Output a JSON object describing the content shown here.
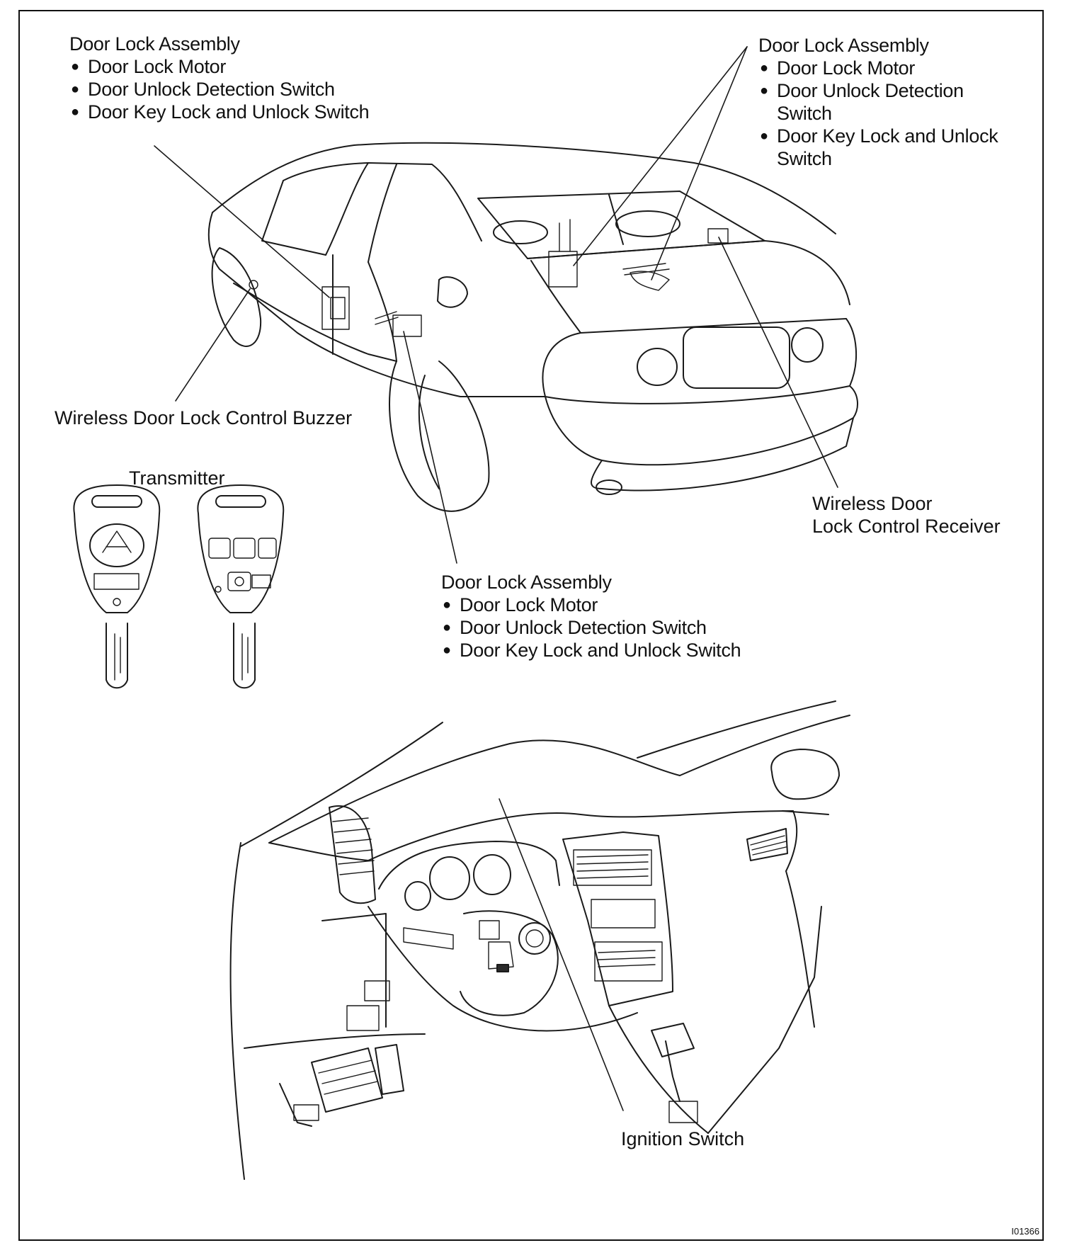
{
  "callouts": {
    "door_lock_front_left": {
      "title": "Door Lock Assembly",
      "items": [
        "Door Lock Motor",
        "Door Unlock Detection Switch",
        "Door Key Lock and Unlock Switch"
      ]
    },
    "door_lock_rear": {
      "title": "Door Lock Assembly",
      "items": [
        "Door Lock Motor",
        "Door Unlock Detection Switch",
        "Door Key Lock and Unlock Switch"
      ]
    },
    "door_lock_bottom": {
      "title": "Door Lock Assembly",
      "items": [
        "Door Lock Motor",
        "Door Unlock Detection Switch",
        "Door Key Lock and Unlock Switch"
      ]
    },
    "buzzer": "Wireless Door Lock Control Buzzer",
    "transmitter": "Transmitter",
    "receiver": [
      "Wireless Door",
      "Lock Control Receiver"
    ],
    "ignition": "Ignition Switch"
  },
  "figure_id": "I01366"
}
